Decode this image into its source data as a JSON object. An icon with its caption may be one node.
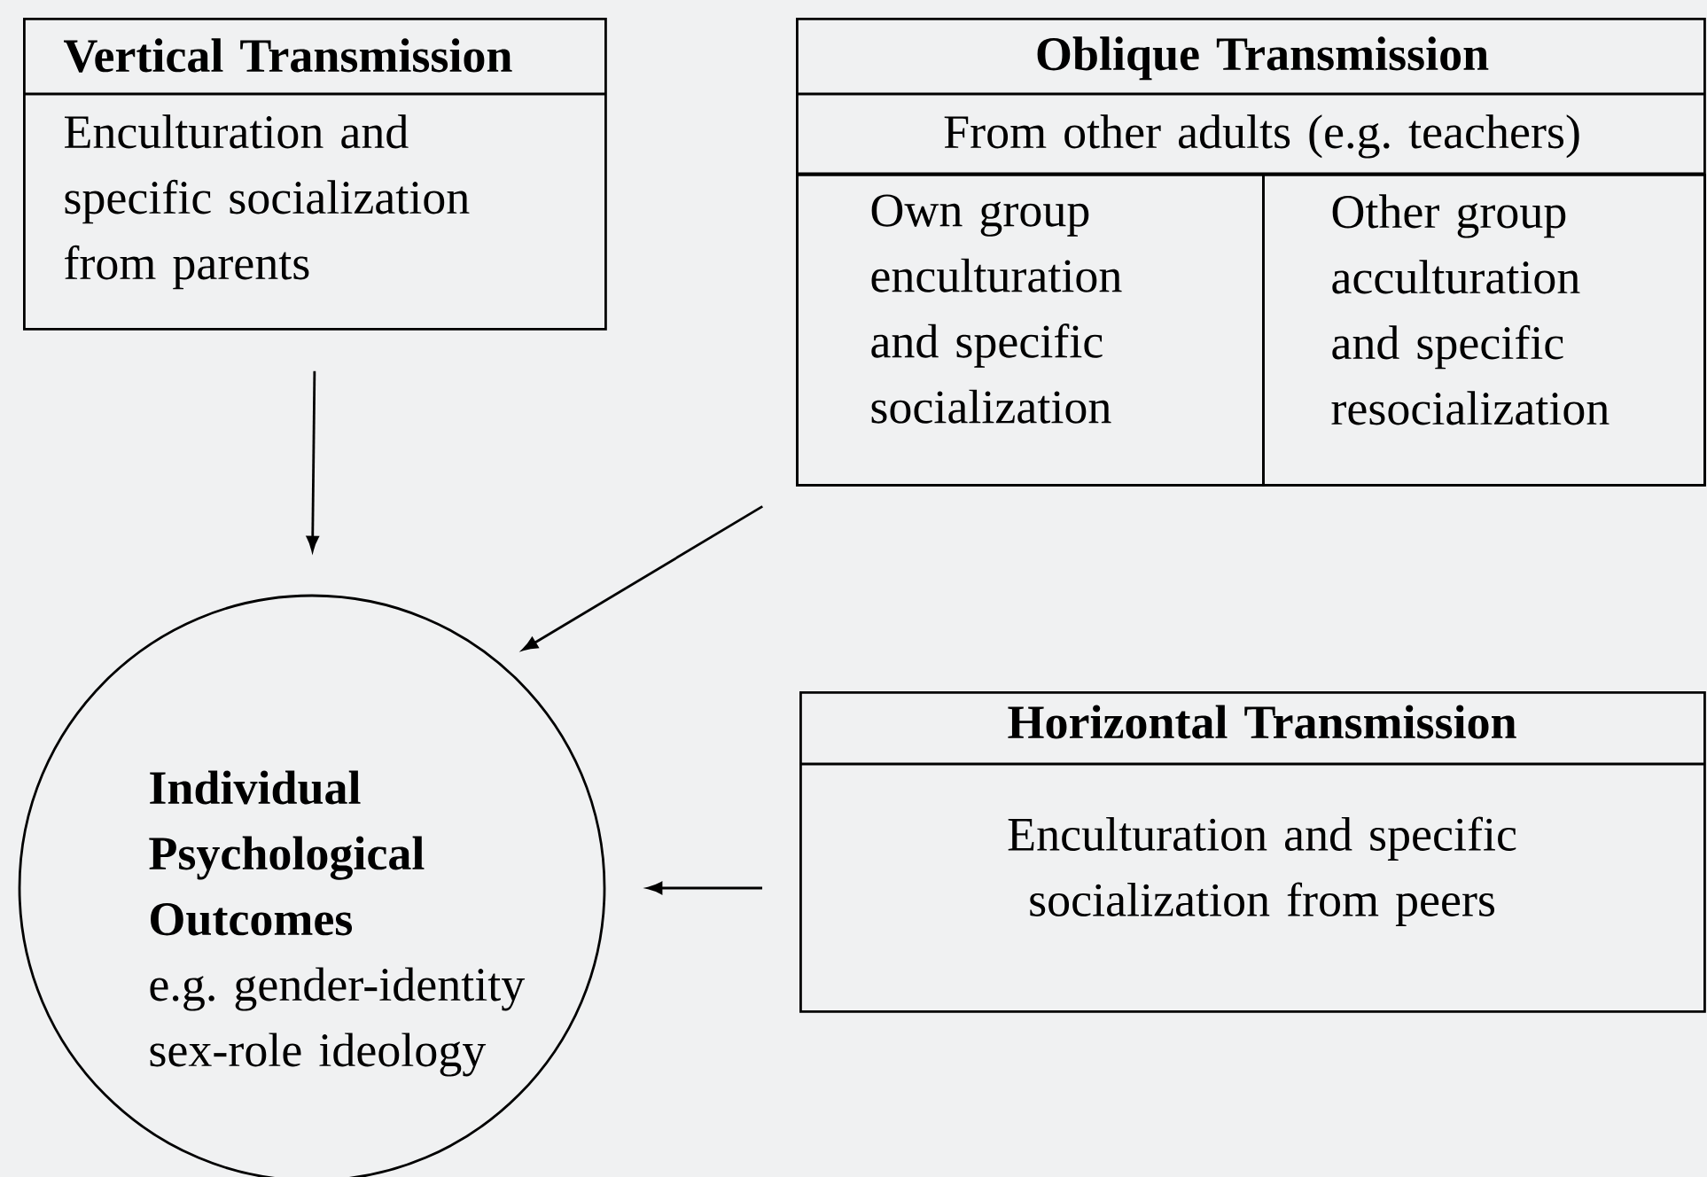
{
  "diagram": {
    "nodes": [
      {
        "text": [
          "Vertical Transmission",
          "Enculturation and specific socialization from parents"
        ]
      },
      {
        "text": [
          "Oblique Transmission",
          "From other adults (e.g. teachers)"
        ]
      },
      {
        "text": [
          "Own group enculturation and specific socialization"
        ],
        "in": 1
      },
      {
        "text": [
          "Other group acculturation and specific resocialization"
        ],
        "in": 1
      },
      {
        "text": [
          "Individual Psychological Outcomes",
          "e.g. gender-identity sex-role ideology"
        ]
      },
      {
        "text": [
          "Horizontal Transmission",
          "Enculturation and specific socialization from peers"
        ]
      }
    ],
    "edges": [
      {
        "from": 0,
        "to": 4,
        "arrow": "to"
      },
      {
        "from": 1,
        "to": 4,
        "arrow": "to"
      },
      {
        "from": 5,
        "to": 4,
        "arrow": "to"
      }
    ]
  }
}
